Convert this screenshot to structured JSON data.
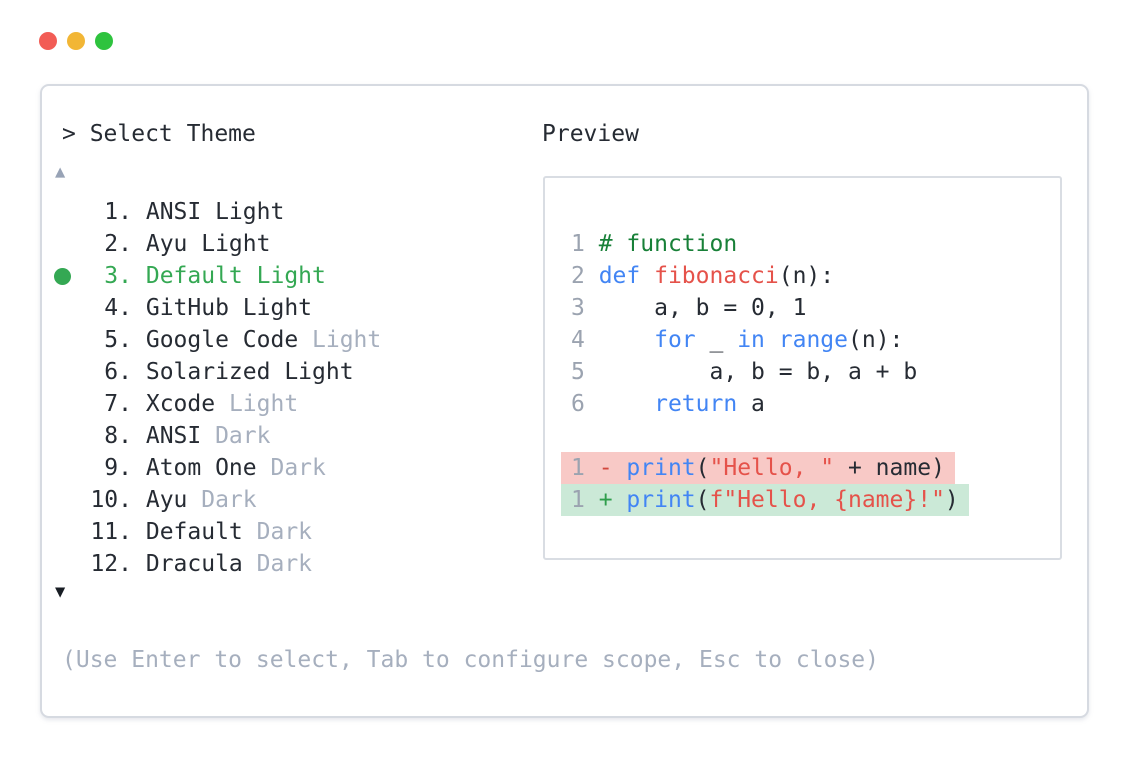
{
  "window": {
    "traffic_lights": [
      {
        "name": "close",
        "color": "#f25c55"
      },
      {
        "name": "minimize",
        "color": "#f2b635"
      },
      {
        "name": "maximize",
        "color": "#2ec33e"
      }
    ]
  },
  "theme_picker": {
    "prompt": "> Select Theme",
    "scroll_up_indicator": "▲",
    "scroll_down_indicator": "▼",
    "hint": "(Use Enter to select, Tab to configure scope, Esc to close)",
    "selected_item": "3. Default Light",
    "items": [
      {
        "num": "1.",
        "name": "ANSI Light",
        "suffix": null,
        "selected": false
      },
      {
        "num": "2.",
        "name": "Ayu Light",
        "suffix": null,
        "selected": false
      },
      {
        "num": "3.",
        "name": "Default Light",
        "suffix": null,
        "selected": true
      },
      {
        "num": "4.",
        "name": "GitHub Light",
        "suffix": null,
        "selected": false
      },
      {
        "num": "5.",
        "name": "Google Code",
        "suffix": "Light",
        "selected": false
      },
      {
        "num": "6.",
        "name": "Solarized Light",
        "suffix": null,
        "selected": false
      },
      {
        "num": "7.",
        "name": "Xcode",
        "suffix": "Light",
        "selected": false
      },
      {
        "num": "8.",
        "name": "ANSI",
        "suffix": "Dark",
        "selected": false
      },
      {
        "num": "9.",
        "name": "Atom One",
        "suffix": "Dark",
        "selected": false
      },
      {
        "num": "10.",
        "name": "Ayu",
        "suffix": "Dark",
        "selected": false
      },
      {
        "num": "11.",
        "name": "Default",
        "suffix": "Dark",
        "selected": false
      },
      {
        "num": "12.",
        "name": "Dracula",
        "suffix": "Dark",
        "selected": false
      }
    ]
  },
  "preview": {
    "label": "Preview",
    "code_lines": [
      {
        "num": "1",
        "diff": null,
        "tokens": [
          {
            "text": "# function",
            "type": "comment"
          }
        ]
      },
      {
        "num": "2",
        "diff": null,
        "tokens": [
          {
            "text": "def",
            "type": "keyword"
          },
          {
            "text": " ",
            "type": "plain"
          },
          {
            "text": "fibonacci",
            "type": "function"
          },
          {
            "text": "(n):",
            "type": "plain"
          }
        ]
      },
      {
        "num": "3",
        "diff": null,
        "tokens": [
          {
            "text": "    a, b = 0, 1",
            "type": "plain"
          }
        ]
      },
      {
        "num": "4",
        "diff": null,
        "tokens": [
          {
            "text": "    ",
            "type": "plain"
          },
          {
            "text": "for",
            "type": "keyword"
          },
          {
            "text": " _ ",
            "type": "plain"
          },
          {
            "text": "in",
            "type": "keyword"
          },
          {
            "text": " ",
            "type": "plain"
          },
          {
            "text": "range",
            "type": "keyword"
          },
          {
            "text": "(n):",
            "type": "plain"
          }
        ]
      },
      {
        "num": "5",
        "diff": null,
        "tokens": [
          {
            "text": "        a, b = b, a + b",
            "type": "plain"
          }
        ]
      },
      {
        "num": "6",
        "diff": null,
        "tokens": [
          {
            "text": "    ",
            "type": "plain"
          },
          {
            "text": "return",
            "type": "keyword"
          },
          {
            "text": " a",
            "type": "plain"
          }
        ]
      },
      {
        "num": "",
        "diff": null,
        "tokens": []
      },
      {
        "num": "1",
        "diff": "removed",
        "tokens": [
          {
            "text": "- ",
            "type": "diff-minus"
          },
          {
            "text": "print",
            "type": "keyword"
          },
          {
            "text": "(",
            "type": "plain"
          },
          {
            "text": "\"Hello, \"",
            "type": "string"
          },
          {
            "text": " + name)",
            "type": "plain"
          }
        ]
      },
      {
        "num": "1",
        "diff": "added",
        "tokens": [
          {
            "text": "+ ",
            "type": "diff-plus"
          },
          {
            "text": "print",
            "type": "keyword"
          },
          {
            "text": "(",
            "type": "plain"
          },
          {
            "text": "f\"Hello, {name}!\"",
            "type": "string"
          },
          {
            "text": ")",
            "type": "plain"
          }
        ]
      }
    ]
  },
  "colors": {
    "selection_green": "#34a853",
    "muted_gray": "#a6afbe",
    "text_dark": "#262b33",
    "comment_green": "#188038",
    "keyword_blue": "#4285f4",
    "string_red": "#e5524a",
    "diff_removed_bg": "#f8c9c6",
    "diff_added_bg": "#cbe9d7",
    "panel_border": "#d6dae1"
  }
}
